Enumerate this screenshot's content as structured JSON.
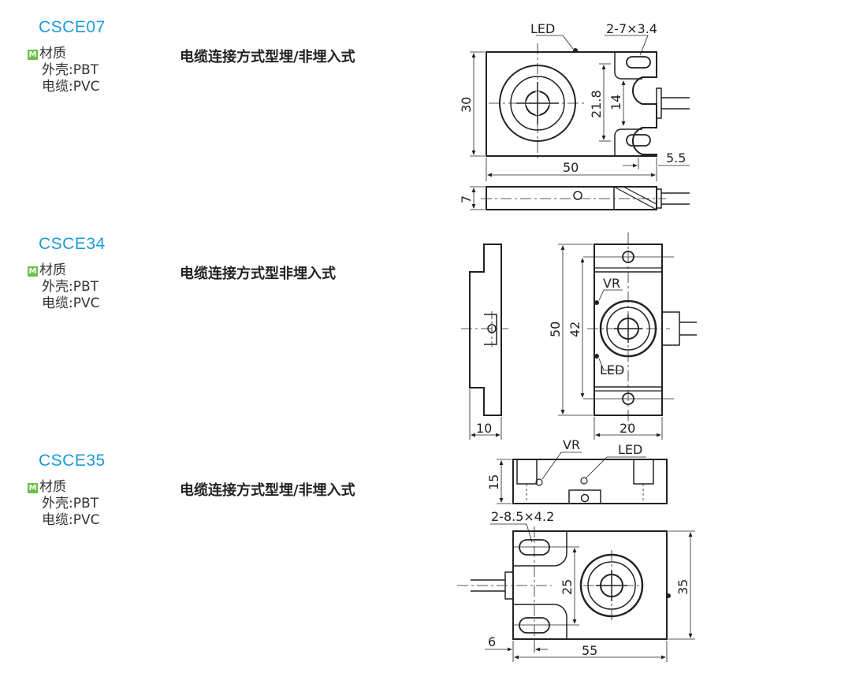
{
  "products": [
    {
      "model": "CSCE07",
      "material_badge": "M",
      "material_label": "材质",
      "housing": "外壳:PBT",
      "cable": "电缆:PVC",
      "description": "电缆连接方式型埋/非埋入式"
    },
    {
      "model": "CSCE34",
      "material_badge": "M",
      "material_label": "材质",
      "housing": "外壳:PBT",
      "cable": "电缆:PVC",
      "description": "电缆连接方式型非埋入式"
    },
    {
      "model": "CSCE35",
      "material_badge": "M",
      "material_label": "材质",
      "housing": "外壳:PBT",
      "cable": "电缆:PVC",
      "description": "电缆连接方式型埋/非埋入式"
    }
  ],
  "drawings": {
    "csce07": {
      "led": "LED",
      "slots": "2-7×3.4",
      "height": "30",
      "pitch": "21.8",
      "slot_gap": "14",
      "width": "50",
      "edge": "5.5",
      "thickness": "7"
    },
    "csce34": {
      "vr": "VR",
      "led": "LED",
      "height": "50",
      "pitch": "42",
      "depth": "10",
      "width": "20"
    },
    "csce35": {
      "vr": "VR",
      "led": "LED",
      "thickness": "15",
      "slots": "2-8.5×4.2",
      "slot_gap": "25",
      "height": "35",
      "edge": "6",
      "width": "55"
    }
  }
}
